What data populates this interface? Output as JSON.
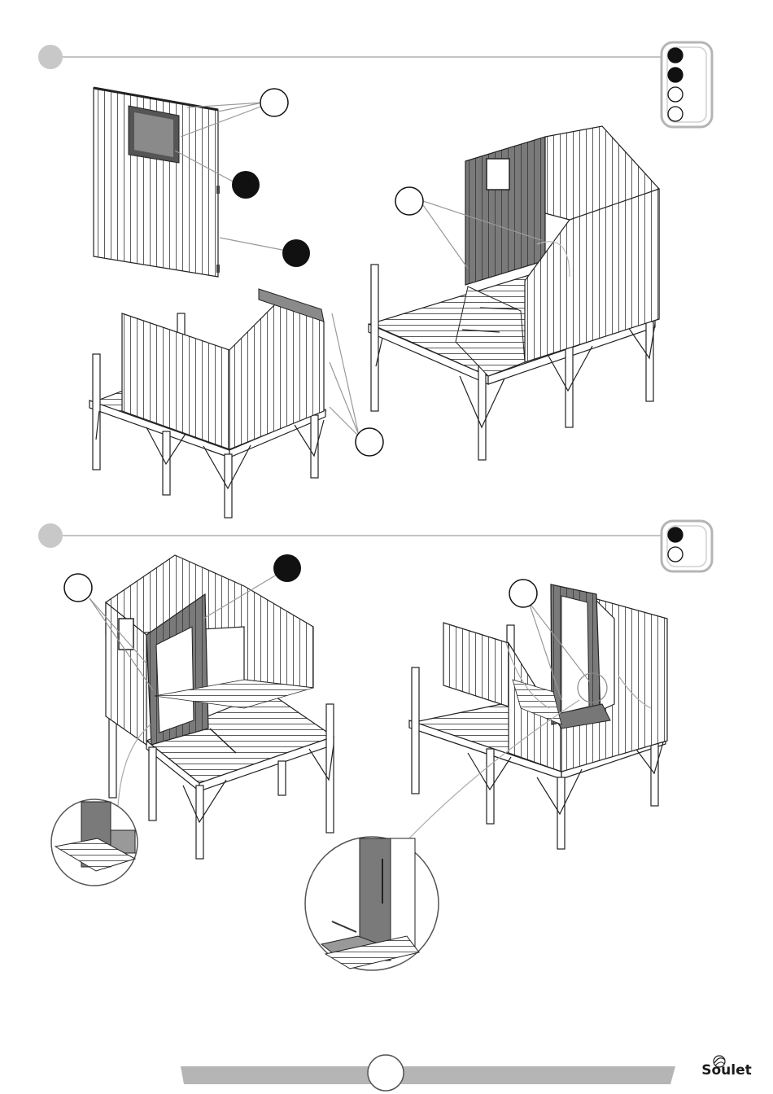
{
  "brand": {
    "name": "Soulet",
    "tagline": "",
    "logo_icon": "leaf-swirl-icon"
  },
  "steps": [
    {
      "number": "",
      "markers": [
        "filled",
        "filled",
        "empty",
        "empty"
      ]
    },
    {
      "number": "",
      "markers": [
        "filled",
        "empty"
      ]
    }
  ],
  "page": {
    "number": ""
  },
  "colors": {
    "step_circle": "#c8c8c8",
    "rule_line": "#b0b0b0",
    "panel_dark": "#7a7a7a",
    "callout_filled": "#111111",
    "footer_bar": "#b5b5b5"
  }
}
